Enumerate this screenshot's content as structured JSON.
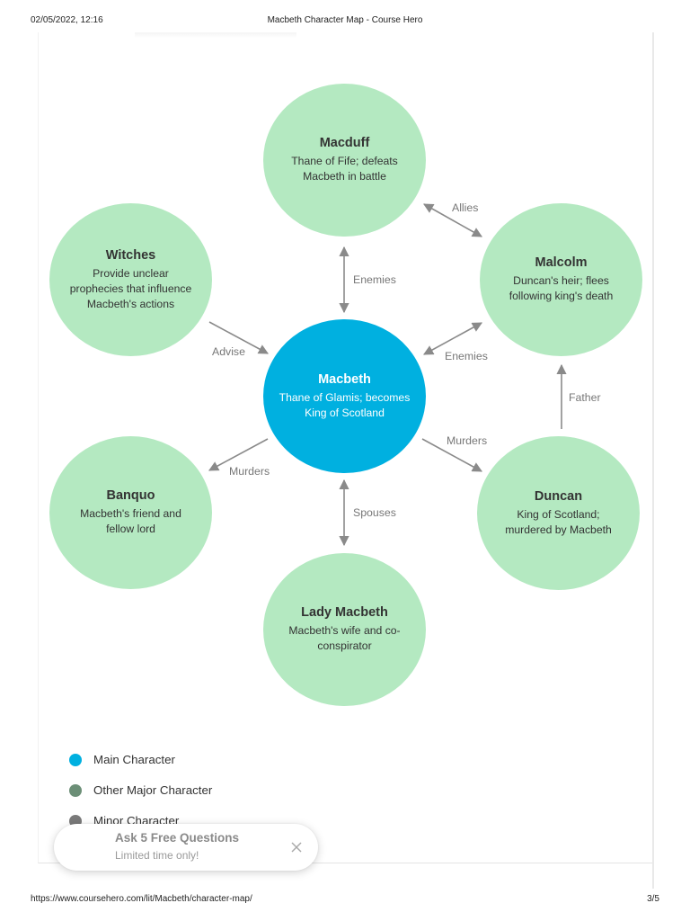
{
  "print_header": {
    "datetime": "02/05/2022, 12:16",
    "title": "Macbeth Character Map - Course Hero"
  },
  "print_footer": {
    "url": "https://www.coursehero.com/lit/Macbeth/character-map/",
    "page": "3/5"
  },
  "colors": {
    "main_character": "#00b0e0",
    "other_major_character": "#b4e9c1",
    "legend_other_major": "#6c8f77",
    "legend_minor": "#7a7a7a",
    "arrow": "#8a8a8a"
  },
  "characters": {
    "macbeth": {
      "name": "Macbeth",
      "description": "Thane of Glamis; becomes King of Scotland",
      "type": "main"
    },
    "macduff": {
      "name": "Macduff",
      "description": "Thane of Fife; defeats Macbeth in battle",
      "type": "other"
    },
    "witches": {
      "name": "Witches",
      "description": "Provide unclear prophecies that influence Macbeth's actions",
      "type": "other"
    },
    "malcolm": {
      "name": "Malcolm",
      "description": "Duncan's heir; flees following king's death",
      "type": "other"
    },
    "banquo": {
      "name": "Banquo",
      "description": "Macbeth's friend and fellow lord",
      "type": "other"
    },
    "duncan": {
      "name": "Duncan",
      "description": "King of Scotland; murdered by Macbeth",
      "type": "other"
    },
    "lady_macbeth": {
      "name": "Lady Macbeth",
      "description": "Macbeth's wife and co-conspirator",
      "type": "other"
    }
  },
  "relationships": {
    "macduff_malcolm": "Allies",
    "macduff_macbeth": "Enemies",
    "witches_macbeth": "Advise",
    "malcolm_macbeth": "Enemies",
    "duncan_malcolm": "Father",
    "macbeth_banquo": "Murders",
    "macbeth_duncan": "Murders",
    "macbeth_lady_macbeth": "Spouses"
  },
  "legend": [
    {
      "label": "Main Character"
    },
    {
      "label": "Other Major Character"
    },
    {
      "label": "Minor Character"
    }
  ],
  "promo": {
    "title": "Ask 5 Free Questions",
    "subtitle": "Limited time only!",
    "close_icon": "close-icon"
  }
}
